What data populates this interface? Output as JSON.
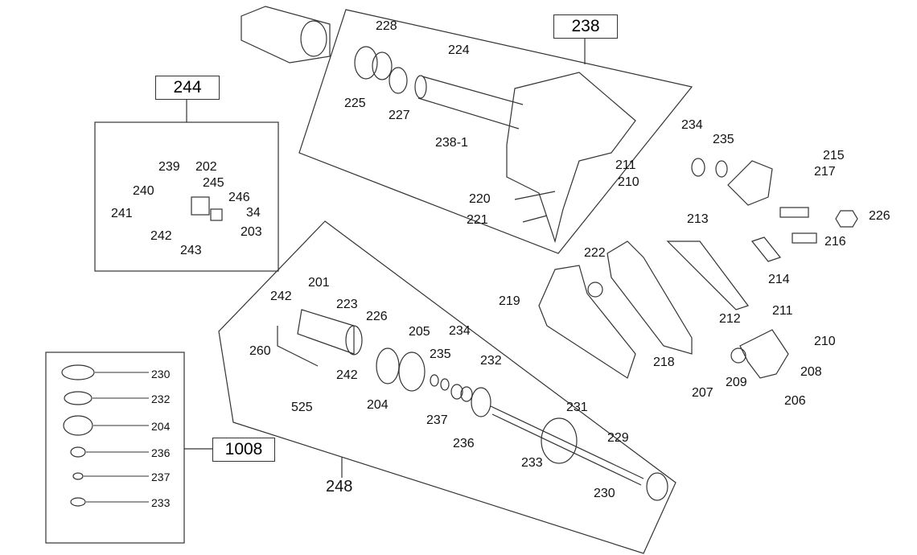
{
  "groups": {
    "g238": "238",
    "g244": "244",
    "g248": "248",
    "g1008": "1008"
  },
  "callouts": [
    "228",
    "224",
    "225",
    "227",
    "238-1",
    "234",
    "235",
    "215",
    "217",
    "211",
    "210",
    "220",
    "221",
    "226",
    "213",
    "216",
    "214",
    "222",
    "219",
    "218",
    "212",
    "211",
    "210",
    "208",
    "207",
    "209",
    "206",
    "239",
    "202",
    "240",
    "245",
    "246",
    "241",
    "34",
    "242",
    "203",
    "243",
    "201",
    "242",
    "223",
    "226",
    "260",
    "242",
    "525",
    "205",
    "234",
    "204",
    "235",
    "232",
    "237",
    "236",
    "231",
    "229",
    "233",
    "230"
  ],
  "kit_1008": [
    "230",
    "232",
    "204",
    "236",
    "237",
    "233"
  ]
}
